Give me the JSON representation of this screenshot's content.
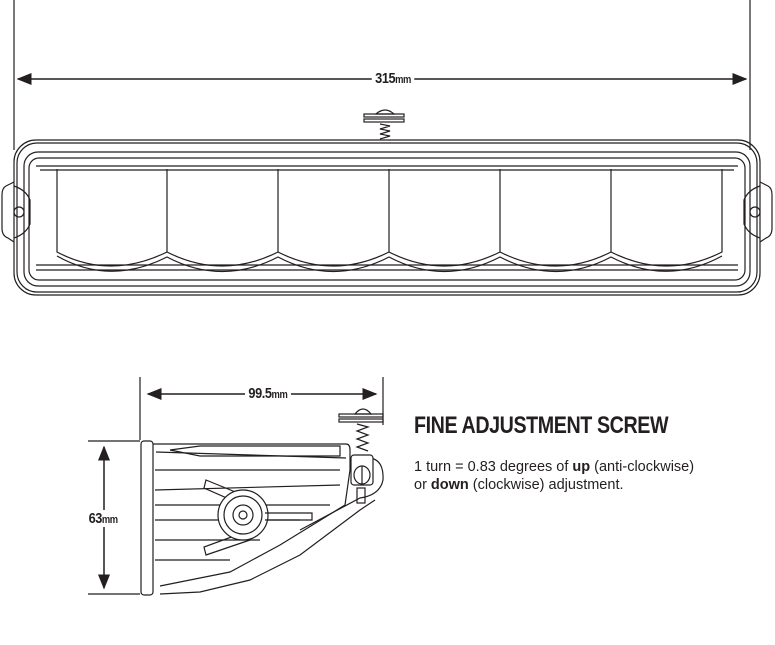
{
  "top_view": {
    "width_value": "315",
    "width_unit": "mm"
  },
  "side_view": {
    "depth_value": "99.5",
    "depth_unit": "mm",
    "height_value": "63",
    "height_unit": "mm"
  },
  "callout": {
    "title": "FINE ADJUSTMENT SCREW",
    "line1_prefix": "1 turn = 0.83 degrees of ",
    "line1_bold": "up",
    "line1_suffix": " (anti-clockwise)",
    "line2_prefix": "or ",
    "line2_bold": "down",
    "line2_suffix": " (clockwise) adjustment."
  },
  "colors": {
    "line": "#231f20",
    "background": "#ffffff"
  }
}
